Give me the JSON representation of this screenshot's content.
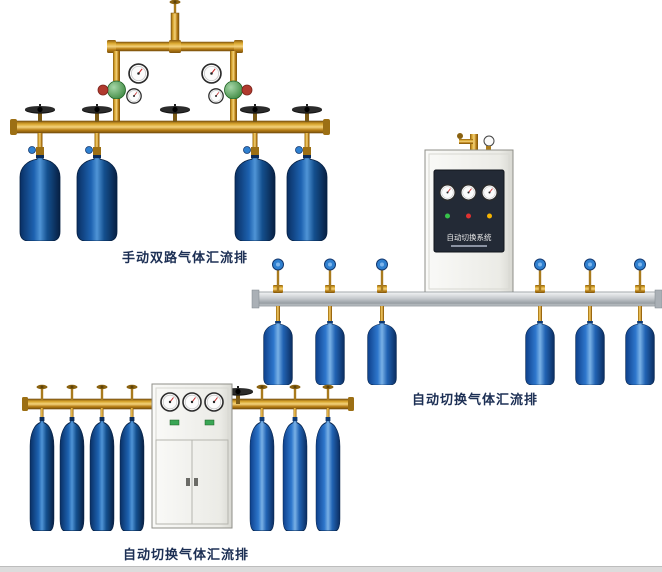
{
  "page": {
    "background_color": "#ffffff",
    "footer_bar_color": "#dcdcdc"
  },
  "products": [
    {
      "name": "manual-dual-row-gas-manifold",
      "caption": "手动双路气体汇流排",
      "cylinder_count": 4,
      "valve_count": 5,
      "gauge_count": 4,
      "cylinder_color": "#1d5fae",
      "pipe_color": "#c08a1d"
    },
    {
      "name": "auto-switch-gas-manifold-side-cabinet",
      "caption": "自动切换气体汇流排",
      "cabinet_label": "自动切换系统",
      "cylinder_count": 6,
      "gauge_count": 3,
      "cylinder_color": "#2e77cc",
      "rail_color": "#c7cbcf"
    },
    {
      "name": "auto-switch-gas-manifold-center-cabinet",
      "caption": "自动切换气体汇流排",
      "cylinder_count": 7,
      "gauge_count": 3,
      "cylinder_color": "#1d5fae",
      "pipe_color": "#c08a1d"
    }
  ]
}
